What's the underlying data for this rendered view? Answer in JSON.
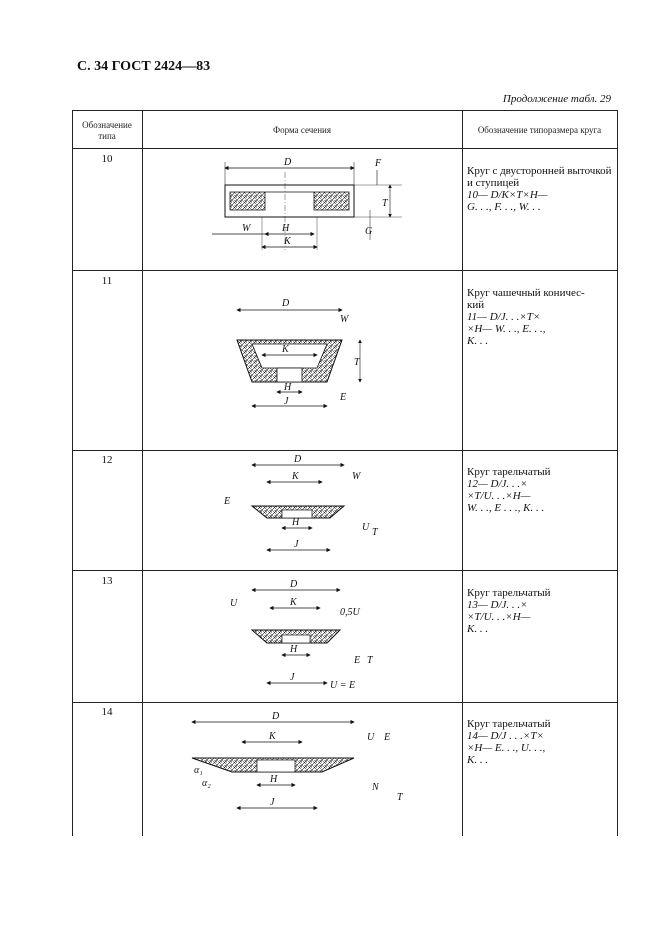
{
  "page": {
    "header": "С. 34 ГОСТ 2424—83",
    "continuation": "Продолжение табл. 29"
  },
  "table": {
    "columns": [
      "Обозначение\nтипа",
      "Форма сечения",
      "Обозначение типоразмера круга"
    ],
    "rows": [
      {
        "type": "10",
        "name": "Круг с двусторонней выточкой и ступицей",
        "code": "10— D/K×T×H—\nG. . ., F. . ., W. . .",
        "labels": [
          "D",
          "F",
          "T",
          "H",
          "W",
          "K",
          "G"
        ]
      },
      {
        "type": "11",
        "name": "Круг чашечный коничес-\nкий",
        "code": "11— D/J. . .×T×\n×H— W. . ., E. . .,\nK. . .",
        "labels": [
          "D",
          "W",
          "K",
          "T",
          "H",
          "E",
          "J"
        ]
      },
      {
        "type": "12",
        "name": "Круг тарельчатый",
        "code": "12— D/J. . .×\n×T/U. . .×H—\nW. . ., E . . ., K. . .",
        "labels": [
          "D",
          "K",
          "W",
          "E",
          "U",
          "T",
          "H",
          "J"
        ]
      },
      {
        "type": "13",
        "name": "Круг тарельчатый",
        "code": "13— D/J. . .×\n×T/U. . .×H—\nK. . .",
        "labels": [
          "D",
          "U",
          "K",
          "0,5U",
          "E",
          "T",
          "H",
          "J",
          "U = E"
        ]
      },
      {
        "type": "14",
        "name": "Круг тарельчатый",
        "code": "14— D/J . . .×T×\n×H— E. . ., U. . .,\nK. . .",
        "labels": [
          "D",
          "U",
          "E",
          "K",
          "α₁",
          "α₂",
          "N",
          "T",
          "H",
          "J"
        ]
      }
    ]
  }
}
